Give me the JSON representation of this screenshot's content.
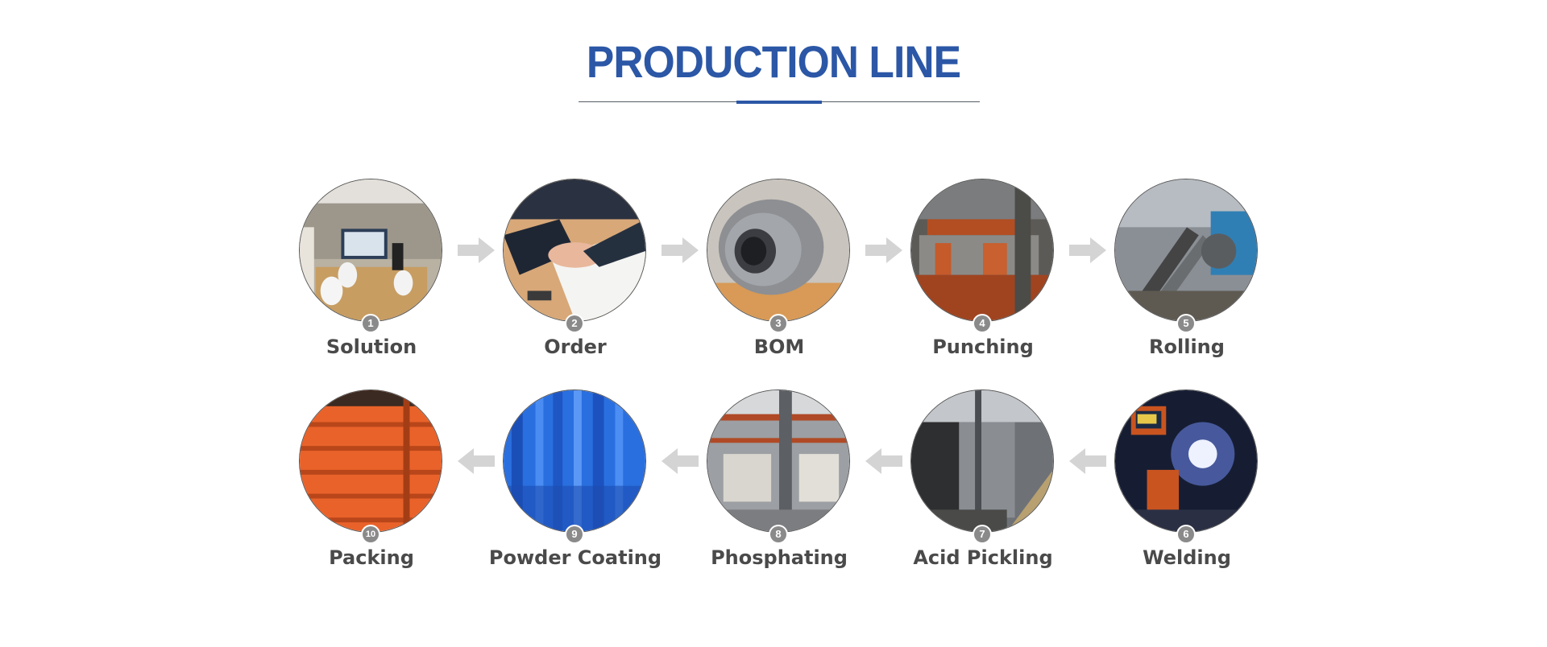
{
  "header": {
    "title": "PRODUCTION LINE"
  },
  "colors": {
    "accent": "#2b57a6",
    "label": "#4a4a4a",
    "arrow": "#d4d4d4",
    "badge": "#8a8a8a"
  },
  "steps": [
    {
      "number": "1",
      "label": "Solution"
    },
    {
      "number": "2",
      "label": "Order"
    },
    {
      "number": "3",
      "label": "BOM"
    },
    {
      "number": "4",
      "label": "Punching"
    },
    {
      "number": "5",
      "label": "Rolling"
    },
    {
      "number": "6",
      "label": "Welding"
    },
    {
      "number": "7",
      "label": "Acid Pickling"
    },
    {
      "number": "8",
      "label": "Phosphating"
    },
    {
      "number": "9",
      "label": "Powder Coating"
    },
    {
      "number": "10",
      "label": "Packing"
    }
  ],
  "icons": {
    "arrow_right": "arrow-right-icon",
    "arrow_left": "arrow-left-icon"
  }
}
